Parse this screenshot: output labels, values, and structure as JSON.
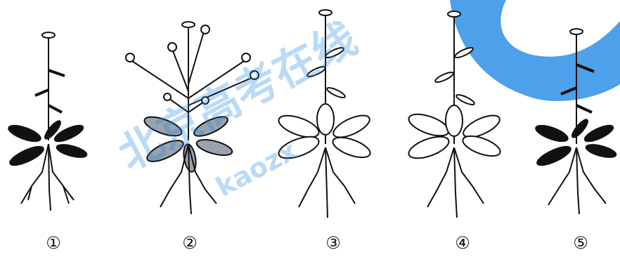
{
  "labels": [
    "①",
    "②",
    "③",
    "④",
    "⑤"
  ],
  "watermark": {
    "text_cn": "北京高考在线",
    "text_en": "kaozx",
    "color": "#1e88e5"
  }
}
